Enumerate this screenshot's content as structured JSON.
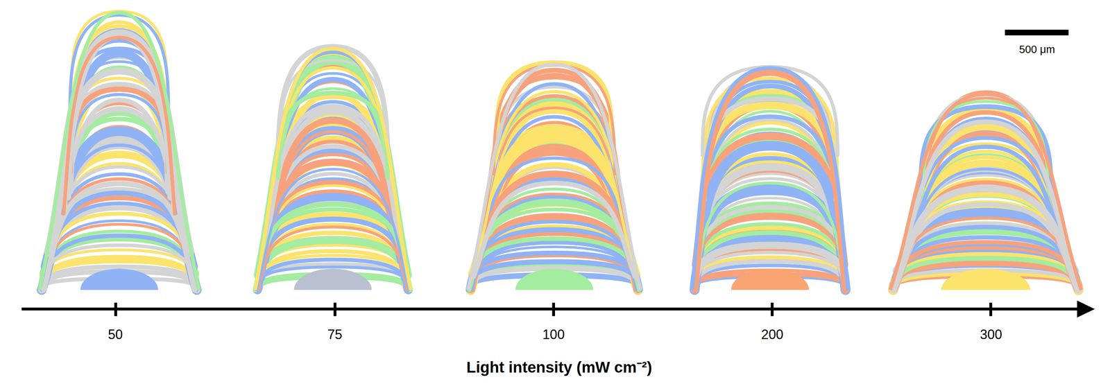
{
  "diagram": {
    "labels": [
      "500 μm",
      "50",
      "75",
      "100",
      "200",
      "300",
      "Light intensity (mW cm⁻²)"
    ]
  }
}
